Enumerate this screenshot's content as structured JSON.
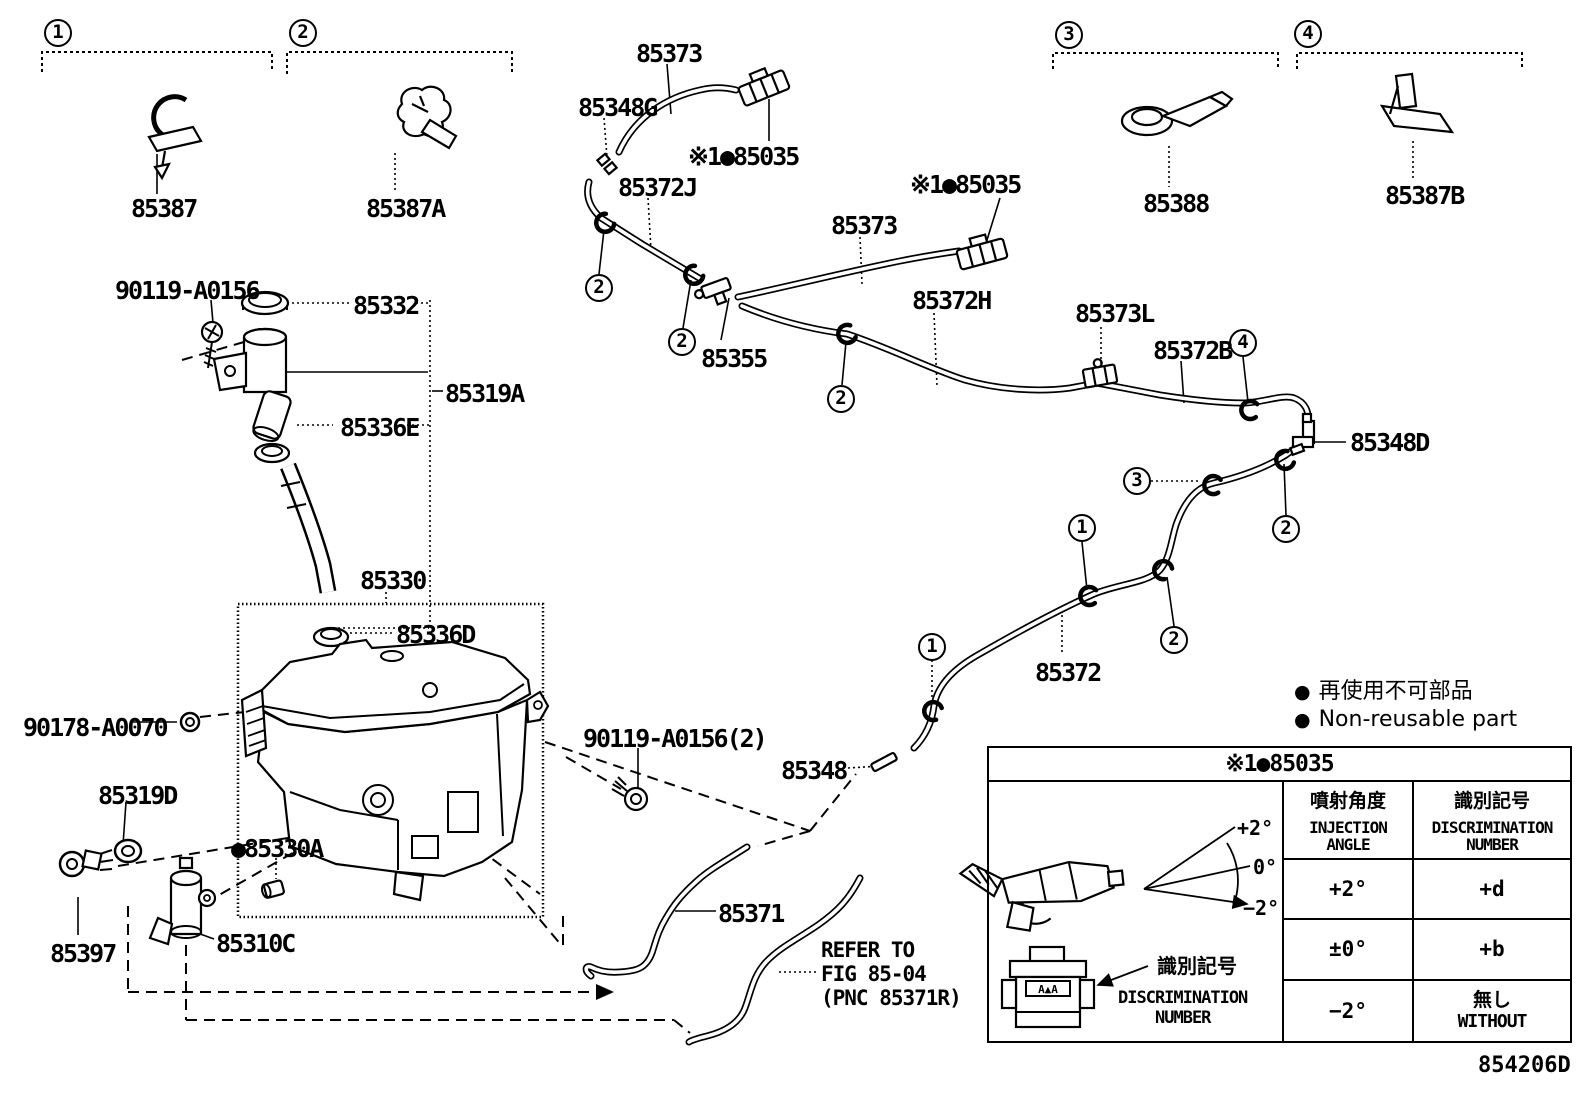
{
  "labels": [
    "85387",
    "85387A",
    "85373",
    "85348G",
    "※1●85035",
    "85372J",
    "※1●85035",
    "85373",
    "85355",
    "85372H",
    "85373L",
    "85372B",
    "85348D",
    "85388",
    "85387B",
    "90119-A0156",
    "85332",
    "85319A",
    "85336E",
    "85330",
    "85336D",
    "90178-A0070",
    "85319D",
    "●85330A",
    "85397",
    "85310C",
    "85372",
    "85348",
    "90119-A0156(2)",
    "85371"
  ],
  "callouts": {
    "c1": "1",
    "c2": "2",
    "c3": "3",
    "c4": "4"
  },
  "legend": {
    "bullet": "●",
    "jp": "再使用不可部品",
    "en": "Non-reusable part"
  },
  "refer_note": {
    "line1": "REFER TO",
    "line2": "FIG 85-04",
    "line3": "(PNC 85371R)"
  },
  "table": {
    "title": "※1●85035",
    "angle_header_jp": "噴射角度",
    "angle_header_en1": "INJECTION",
    "angle_header_en2": "ANGLE",
    "disc_header_jp": "識別記号",
    "disc_header_en1": "DISCRIMINATION",
    "disc_header_en2": "NUMBER",
    "rows": [
      {
        "angle": "+2°",
        "disc": "+d"
      },
      {
        "angle": "±0°",
        "disc": "+b"
      },
      {
        "angle": "−2°",
        "disc_jp": "無し",
        "disc_en": "WITHOUT"
      }
    ],
    "angle_marks": {
      "plus2": "+2°",
      "zero": "0°",
      "minus2": "−2°"
    },
    "cell_label_jp": "識別記号",
    "cell_label_en1": "DISCRIMINATION",
    "cell_label_en2": "NUMBER",
    "pump_mark": "A▲A"
  },
  "footer_code": "854206D"
}
